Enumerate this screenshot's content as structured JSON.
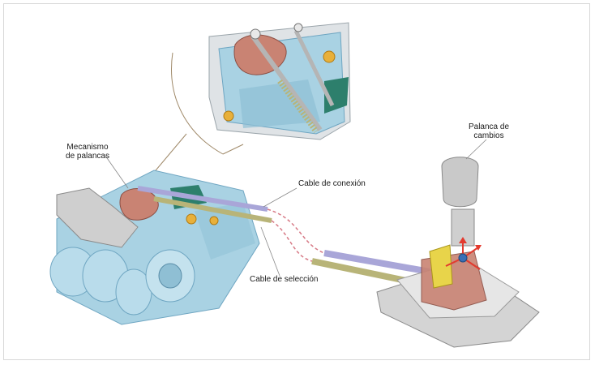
{
  "labels": {
    "mecanismo_line1": "Mecanismo",
    "mecanismo_line2": "de palancas",
    "cable_conexion": "Cable de conexión",
    "cable_seleccion": "Cable de selección",
    "palanca_line1": "Palanca de",
    "palanca_line2": "cambios"
  },
  "colors": {
    "gearbox": "#a9d2e3",
    "gearbox_dark": "#6fa6c2",
    "lever_mechanism": "#c98373",
    "bracket_green": "#2d7f6c",
    "cable_purple": "#a9a6d8",
    "cable_olive": "#b8b478",
    "cable_dashed": "#d77a86",
    "knob_gray": "#c9c9c9",
    "housing_gray": "#d4d4d4",
    "bolt_orange": "#e8b03a",
    "arrow_red": "#e33a2e"
  }
}
